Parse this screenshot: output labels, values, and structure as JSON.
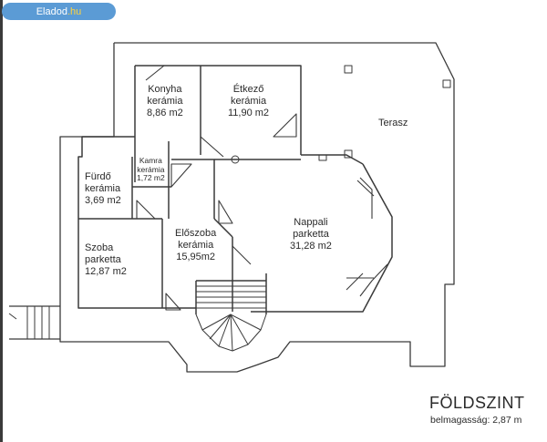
{
  "badge": {
    "brand": "Eladod",
    "tld": ".hu"
  },
  "rooms": {
    "konyha": {
      "name": "Konyha",
      "material": "kerámia",
      "area": "8,86 m2"
    },
    "etkezo": {
      "name": "Étkező",
      "material": "kerámia",
      "area": "11,90 m2"
    },
    "kamra": {
      "name": "Kamra",
      "material": "kerámia",
      "area": "1,72 m2"
    },
    "furdo": {
      "name": "Fürdő",
      "material": "kerámia",
      "area": "3,69 m2"
    },
    "szoba": {
      "name": "Szoba",
      "material": "parketta",
      "area": "12,87 m2"
    },
    "eloszoba": {
      "name": "Előszoba",
      "material": "kerámia",
      "area": "15,95m2"
    },
    "nappali": {
      "name": "Nappali",
      "material": "parketta",
      "area": "31,28 m2"
    },
    "terasz": {
      "name": "Terasz"
    }
  },
  "plan": {
    "title": "FÖLDSZINT",
    "ceiling_height": "belmagasság: 2,87 m"
  }
}
